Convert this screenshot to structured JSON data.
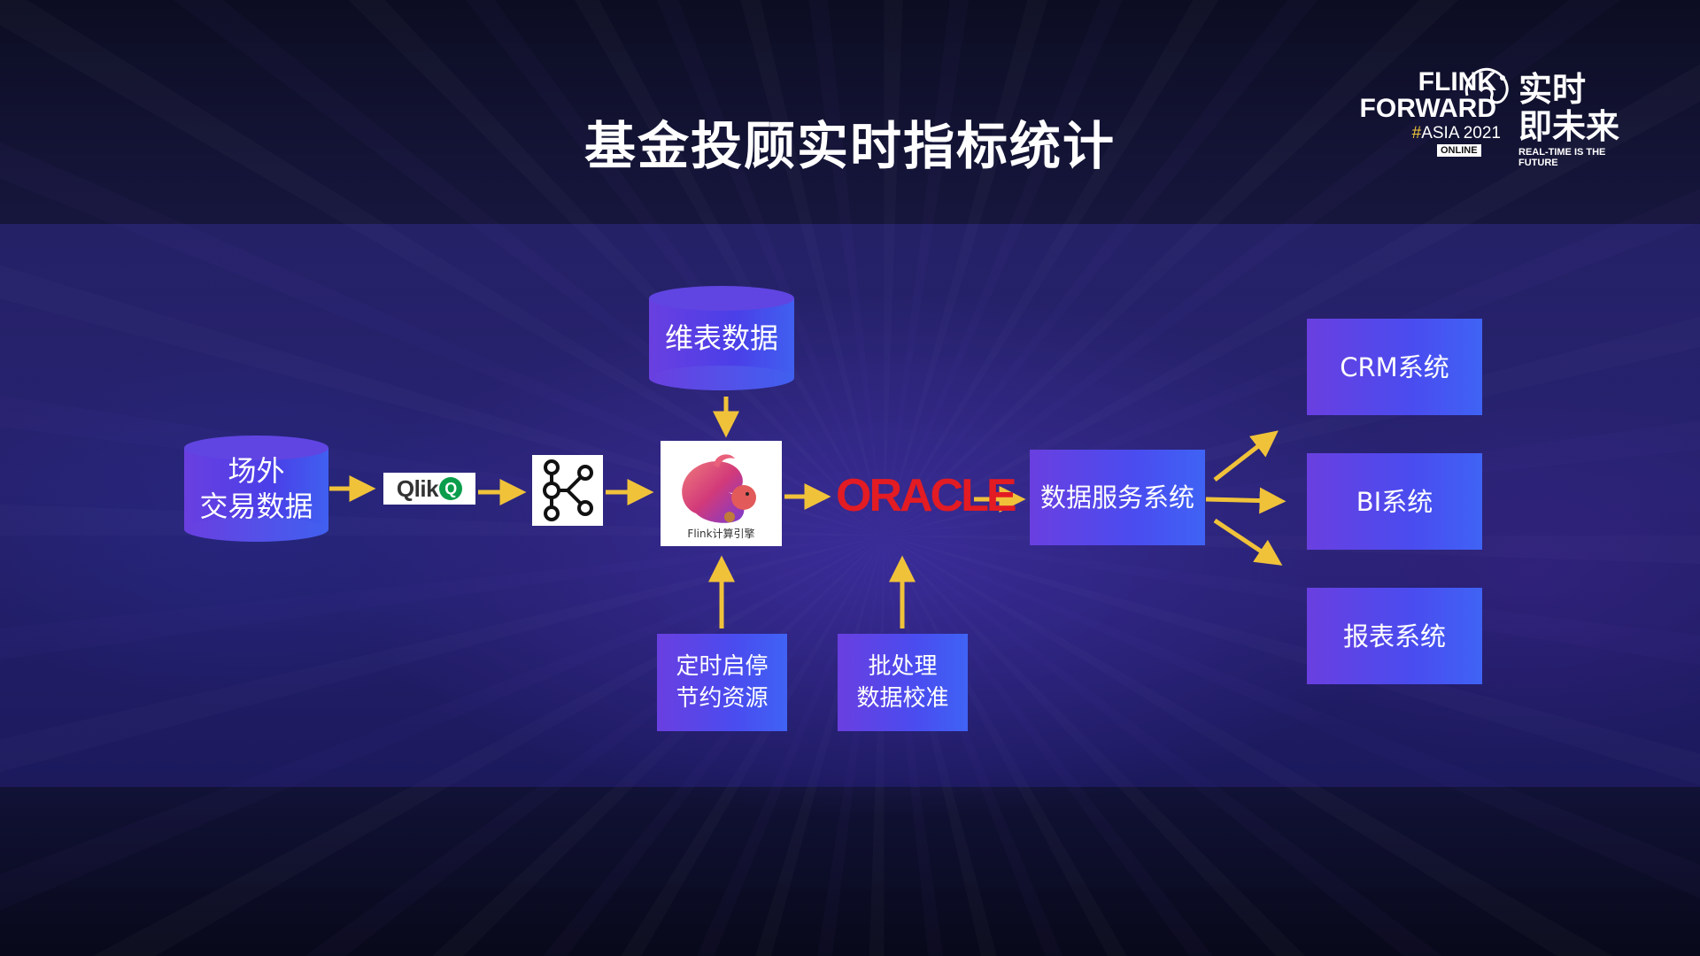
{
  "slide": {
    "title": "基金投顾实时指标统计"
  },
  "logo": {
    "flink_forward_line1": "FLINK",
    "flink_forward_line2": "FORWARD",
    "hash": "#",
    "asia": "ASIA 2021",
    "online": "ONLINE",
    "cn_line1": "实时",
    "cn_line2": "即未来",
    "tagline": "REAL-TIME IS THE FUTURE"
  },
  "nodes": {
    "offexchange_line1": "场外",
    "offexchange_line2": "交易数据",
    "qlik_text": "Qlik",
    "qlik_q": "Q",
    "dim_table": "维表数据",
    "flink_caption": "Flink计算引擎",
    "oracle": "ORACLE",
    "data_service": "数据服务系统",
    "crm": "CRM系统",
    "bi": "BI系统",
    "report": "报表系统",
    "schedule_line1": "定时启停",
    "schedule_line2": "节约资源",
    "batch_line1": "批处理",
    "batch_line2": "数据校准"
  },
  "colors": {
    "arrow": "#f0c23a",
    "box": "#4a4cef",
    "oracle": "#e31b23"
  }
}
